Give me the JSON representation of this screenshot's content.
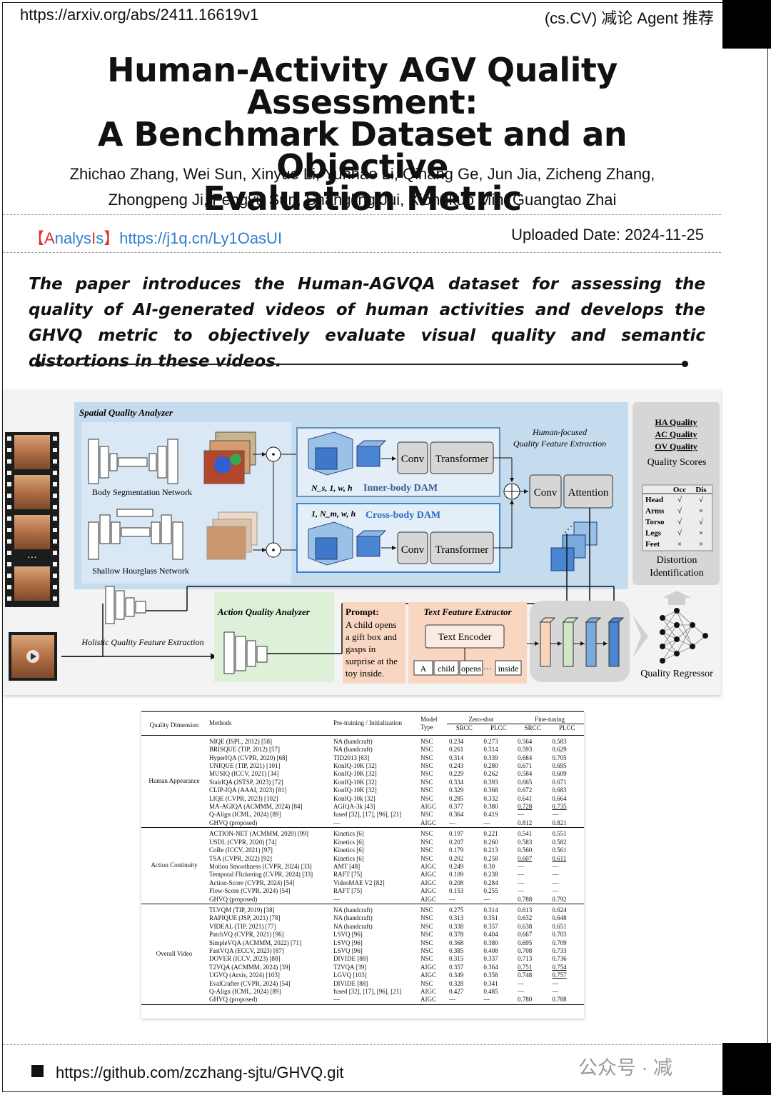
{
  "header": {
    "url": "https://arxiv.org/abs/2411.16619v1",
    "category": "(cs.CV) 减论 Agent 推荐"
  },
  "paper": {
    "title_lines": [
      "Human-Activity AGV Quality Assessment:",
      "A Benchmark Dataset and an Objective",
      "Evaluation Metric"
    ],
    "authors_lines": [
      "Zhichao Zhang, Wei Sun, Xinyue Li, Yunhao Li, Qihang Ge, Jun Jia, Zicheng Zhang,",
      "Zhongpeng Ji, Fengyu Sun, Shangling Jui, Xiongkuo Min, Guangtao Zhai"
    ],
    "analysis_bracket_open": "【",
    "analysis_word_a": "A",
    "analysis_word_rest": "nalys",
    "analysis_word_i": "I",
    "analysis_word_s": "s",
    "analysis_bracket_close": "】",
    "analysis_link": "https://j1q.cn/Ly1OasUI",
    "upload_date": "Uploaded Date: 2024-11-25",
    "summary": "The paper introduces the Human-AGVQA dataset for assessing the quality of AI-generated videos of human activities and develops the GHVQ metric to objectively evaluate visual quality and semantic distortions in these videos."
  },
  "figure": {
    "spatial_title": "Spatial Quality Analyzer",
    "body_seg": "Body Segmentation Network",
    "shallow_hg": "Shallow Hourglass Network",
    "holistic": "Holistic Quality Feature Extraction",
    "inner_dims": "N_s, 1, w, h",
    "inner_dam": "Inner-body DAM",
    "cross_dims": "1, N_m, w, h",
    "cross_dam": "Cross-body DAM",
    "conv": "Conv",
    "transformer": "Transformer",
    "attention": "Attention",
    "human_focused_1": "Human-focused",
    "human_focused_2": "Quality Feature Extraction",
    "action_title": "Action Quality Analyzer",
    "prompt_title": "Prompt:",
    "prompt_lines": [
      "A child opens",
      "a gift box and",
      "gasps in",
      "surprise at the",
      "toy inside."
    ],
    "text_feature_title": "Text Feature Extractor",
    "text_encoder": "Text Encoder",
    "tokens": [
      "A",
      "child",
      "opens",
      "···",
      "inside"
    ],
    "quality_labels": [
      "HA Quality",
      "AC Quality",
      "OV Quality"
    ],
    "quality_scores": "Quality Scores",
    "dist_header": [
      "",
      "Occ",
      "Dis"
    ],
    "dist_rows": [
      [
        "Head",
        "√",
        "√"
      ],
      [
        "Arms",
        "√",
        "×"
      ],
      [
        "Torso",
        "√",
        "√"
      ],
      [
        "Legs",
        "√",
        "×"
      ],
      [
        "Feet",
        "×",
        "×"
      ]
    ],
    "distortion_1": "Distortion",
    "distortion_2": "Identification",
    "quality_regressor": "Quality Regressor"
  },
  "table": {
    "headers": {
      "dimension": "Quality Dimension",
      "methods": "Methods",
      "pretrain": "Pre-training / Initialization",
      "model_type": "Model Type",
      "zero_shot": "Zero-shot",
      "fine_tuning": "Fine-tuning",
      "srcc": "SRCC",
      "plcc": "PLCC"
    },
    "groups": [
      {
        "name": "Human Appearance",
        "rows": [
          [
            "NIQE (ISPL, 2012) [58]",
            "NA (handcraft)",
            "NSC",
            "0.234",
            "0.273",
            "0.564",
            "0.583"
          ],
          [
            "BRISQUE (TIP, 2012) [57]",
            "NA (handcraft)",
            "NSC",
            "0.261",
            "0.314",
            "0.593",
            "0.629"
          ],
          [
            "HyperIQA (CVPR, 2020) [68]",
            "TID2013 [63]",
            "NSC",
            "0.314",
            "0.339",
            "0.684",
            "0.705"
          ],
          [
            "UNIQUE (TIP, 2021) [101]",
            "KonIQ-10K [32]",
            "NSC",
            "0.243",
            "0.280",
            "0.671",
            "0.695"
          ],
          [
            "MUSIQ (ICCV, 2021) [34]",
            "KonIQ-10K [32]",
            "NSC",
            "0.229",
            "0.262",
            "0.584",
            "0.609"
          ],
          [
            "StairIQA (JSTSP, 2023) [72]",
            "KonIQ-10K [32]",
            "NSC",
            "0.334",
            "0.393",
            "0.665",
            "0.671"
          ],
          [
            "CLIP-IQA (AAAI, 2023) [81]",
            "KonIQ-10K [32]",
            "NSC",
            "0.329",
            "0.368",
            "0.672",
            "0.683"
          ],
          [
            "LIQE (CVPR, 2023) [102]",
            "KonIQ-10k [32]",
            "NSC",
            "0.285",
            "0.332",
            "0.641",
            "0.664"
          ],
          [
            "MA-AGIQA (ACMMM, 2024) [84]",
            "AGIQA-3k [43]",
            "AIGC",
            "0.377",
            "0.380",
            "0.728",
            "0.735"
          ],
          [
            "Q-Align (ICML, 2024) [89]",
            "fused [32], [17], [96], [21]",
            "NSC",
            "0.364",
            "0.419",
            "—",
            "—"
          ],
          [
            "GHVQ (proposed)",
            "—",
            "AIGC",
            "—",
            "—",
            "0.812",
            "0.821"
          ]
        ]
      },
      {
        "name": "Action Continuity",
        "rows": [
          [
            "ACTION-NET (ACMMM, 2020) [99]",
            "Kinetics [6]",
            "NSC",
            "0.197",
            "0.221",
            "0.541",
            "0.551"
          ],
          [
            "USDL (CVPR, 2020) [74]",
            "Kinetics [6]",
            "NSC",
            "0.207",
            "0.260",
            "0.583",
            "0.582"
          ],
          [
            "CoRe (ICCV, 2021) [97]",
            "Kinetics [6]",
            "NSC",
            "0.179",
            "0.213",
            "0.560",
            "0.561"
          ],
          [
            "TSA (CVPR, 2022) [92]",
            "Kinetics [6]",
            "NSC",
            "0.202",
            "0.258",
            "0.607",
            "0.611"
          ],
          [
            "Motion Smoothness (CVPR, 2024) [33]",
            "AMT [48]",
            "AIGC",
            "0.249",
            "0.30",
            "—",
            "—"
          ],
          [
            "Temporal Flickering (CVPR, 2024) [33]",
            "RAFT [75]",
            "AIGC",
            "0.109",
            "0.238",
            "—",
            "—"
          ],
          [
            "Action-Score (CVPR, 2024) [54]",
            "VideoMAE V2 [82]",
            "AIGC",
            "0.208",
            "0.284",
            "—",
            "—"
          ],
          [
            "Flow-Score (CVPR, 2024) [54]",
            "RAFT [75]",
            "AIGC",
            "0.153",
            "0.255",
            "—",
            "—"
          ],
          [
            "GHVQ (proposed)",
            "—",
            "AIGC",
            "—",
            "—",
            "0.788",
            "0.792"
          ]
        ]
      },
      {
        "name": "Overall Video",
        "rows": [
          [
            "TLVQM (TIP, 2019) [38]",
            "NA (handcraft)",
            "NSC",
            "0.275",
            "0.314",
            "0.613",
            "0.624"
          ],
          [
            "RAPIQUE (JSP, 2021) [78]",
            "NA (handcraft)",
            "NSC",
            "0.313",
            "0.351",
            "0.632",
            "0.648"
          ],
          [
            "VIDEAL (TIP, 2021) [77]",
            "NA (handcraft)",
            "NSC",
            "0.338",
            "0.357",
            "0.638",
            "0.651"
          ],
          [
            "PatchVQ (CVPR, 2021) [96]",
            "LSVQ [96]",
            "NSC",
            "0.378",
            "0.404",
            "0.667",
            "0.703"
          ],
          [
            "SimpleVQA (ACMMM, 2022) [71]",
            "LSVQ [96]",
            "NSC",
            "0.368",
            "0.380",
            "0.695",
            "0.709"
          ],
          [
            "FastVQA (ECCV, 2023) [87]",
            "LSVQ [96]",
            "NSC",
            "0.385",
            "0.408",
            "0.708",
            "0.733"
          ],
          [
            "DOVER (ICCV, 2023) [88]",
            "DIVIDE [88]",
            "NSC",
            "0.315",
            "0.337",
            "0.713",
            "0.736"
          ],
          [
            "T2VQA (ACMMM, 2024) [39]",
            "T2VQA [39]",
            "AIGC",
            "0.357",
            "0.364",
            "0.751",
            "0.754"
          ],
          [
            "UGVQ (Arxiv, 2024) [103]",
            "LGVQ [103]",
            "AIGC",
            "0.349",
            "0.358",
            "0.748",
            "0.757"
          ],
          [
            "EvalCrafter (CVPR, 2024) [54]",
            "DIVIDE [88]",
            "NSC",
            "0.328",
            "0.341",
            "—",
            "—"
          ],
          [
            "Q-Align (ICML, 2024) [89]",
            "fused [32], [17], [96], [21]",
            "AIGC",
            "0.427",
            "0.485",
            "—",
            "—"
          ],
          [
            "GHVQ (proposed)",
            "—",
            "AIGC",
            "—",
            "—",
            "0.780",
            "0.788"
          ]
        ]
      }
    ]
  },
  "footer": {
    "github": "https://github.com/zczhang-sjtu/GHVQ.git",
    "wechat": "公众号 · 减"
  }
}
